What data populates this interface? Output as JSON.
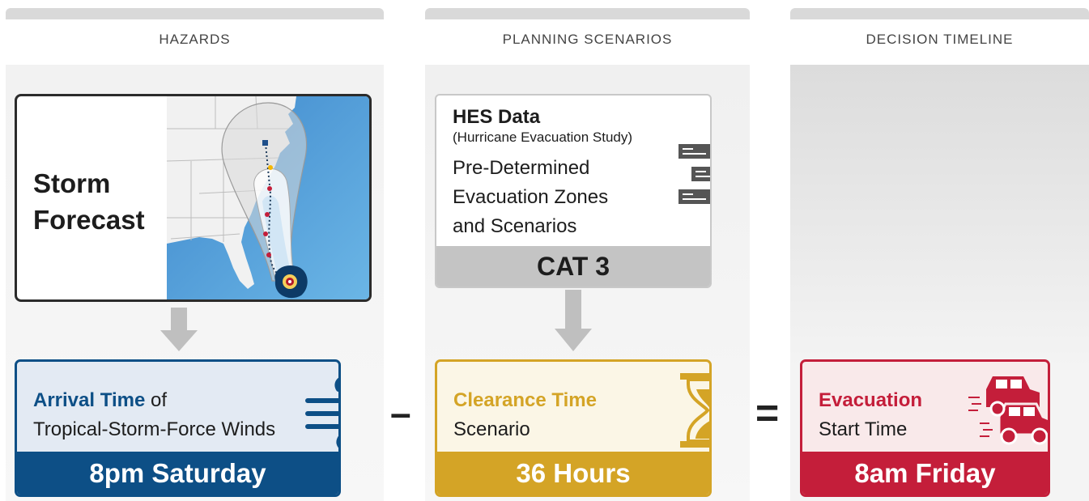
{
  "columns": {
    "hazards": "HAZARDS",
    "planning": "PLANNING SCENARIOS",
    "decision": "DECISION TIMELINE"
  },
  "storm": {
    "line1": "Storm",
    "line2": "Forecast"
  },
  "hes": {
    "title": "HES Data",
    "subtitle": "(Hurricane Evacuation Study)",
    "desc1": "Pre-Determined",
    "desc2": "Evacuation Zones",
    "desc3": "and Scenarios",
    "category": "CAT 3"
  },
  "arrival": {
    "highlight": "Arrival Time",
    "rest": " of",
    "line2": "Tropical-Storm-Force Winds",
    "value": "8pm Saturday"
  },
  "clearance": {
    "highlight": "Clearance Time",
    "line2": "Scenario",
    "value": "36 Hours"
  },
  "evacuation": {
    "highlight": "Evacuation",
    "line2": "Start Time",
    "value": "8am Friday"
  },
  "operators": {
    "minus": "–",
    "equals": "="
  },
  "icons": {
    "wind": "wind-icon",
    "hourglass": "hourglass-icon",
    "cars": "cars-icon",
    "documents": "documents-icon",
    "map": "storm-track-map"
  },
  "colors": {
    "blue": "#0d4f86",
    "gold": "#d4a426",
    "red": "#c41e3a"
  }
}
